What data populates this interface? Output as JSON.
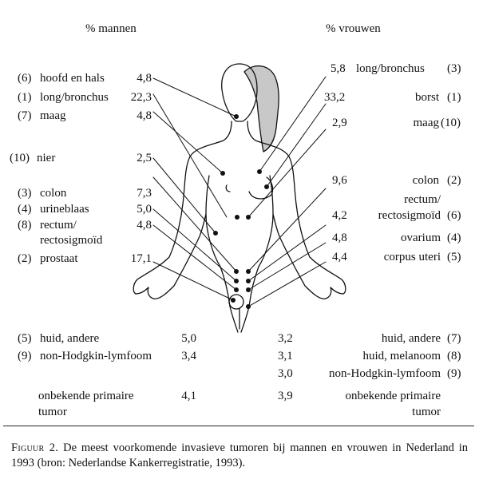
{
  "headers": {
    "men": "% mannen",
    "women": "% vrouwen"
  },
  "men": [
    {
      "rank": "(6)",
      "site": "hoofd en hals",
      "pct": "4,8"
    },
    {
      "rank": "(1)",
      "site": "long/bronchus",
      "pct": "22,3"
    },
    {
      "rank": "(7)",
      "site": "maag",
      "pct": "4,8"
    },
    {
      "rank": "(10)",
      "site": "nier",
      "pct": "2,5"
    },
    {
      "rank": "(3)",
      "site": "colon",
      "pct": "7,3"
    },
    {
      "rank": "(4)",
      "site": "urineblaas",
      "pct": "5,0"
    },
    {
      "rank": "(8)",
      "site": "rectum/",
      "site2": "rectosigmoïd",
      "pct": "4,8"
    },
    {
      "rank": "(2)",
      "site": "prostaat",
      "pct": "17,1"
    }
  ],
  "women": [
    {
      "rank": "(3)",
      "site": "long/bronchus",
      "pct": "5,8"
    },
    {
      "rank": "(1)",
      "site": "borst",
      "pct": "33,2"
    },
    {
      "rank": "(10)",
      "site": "maag",
      "pct": "2,9"
    },
    {
      "rank": "(2)",
      "site": "colon",
      "pct": "9,6"
    },
    {
      "rank": "(6)",
      "site": "rectum/",
      "site2": "rectosigmoïd",
      "pct": "4,2"
    },
    {
      "rank": "(4)",
      "site": "ovarium",
      "pct": "4,8"
    },
    {
      "rank": "(5)",
      "site": "corpus uteri",
      "pct": "4,4"
    }
  ],
  "men_bottom": [
    {
      "rank": "(5)",
      "site": "huid, andere",
      "pct": "5,0"
    },
    {
      "rank": "(9)",
      "site": "non-Hodgkin-lymfoom",
      "pct": "3,4"
    },
    {
      "site": "onbekende primaire",
      "site2": "tumor",
      "pct": "4,1"
    }
  ],
  "women_bottom": [
    {
      "rank": "(7)",
      "site": "huid, andere",
      "pct": "3,2"
    },
    {
      "rank": "(8)",
      "site": "huid, melanoom",
      "pct": "3,1"
    },
    {
      "rank": "(9)",
      "site": "non-Hodgkin-lymfoom",
      "pct": "3,0"
    },
    {
      "site": "onbekende primaire",
      "site2": "tumor",
      "pct": "3,9"
    }
  ],
  "caption": {
    "label": "Figuur 2.",
    "text": "De meest voorkomende invasieve tumoren bij mannen en vrouwen in Nederland in 1993 (bron: Nederlandse Kankerregistratie, 1993)."
  }
}
